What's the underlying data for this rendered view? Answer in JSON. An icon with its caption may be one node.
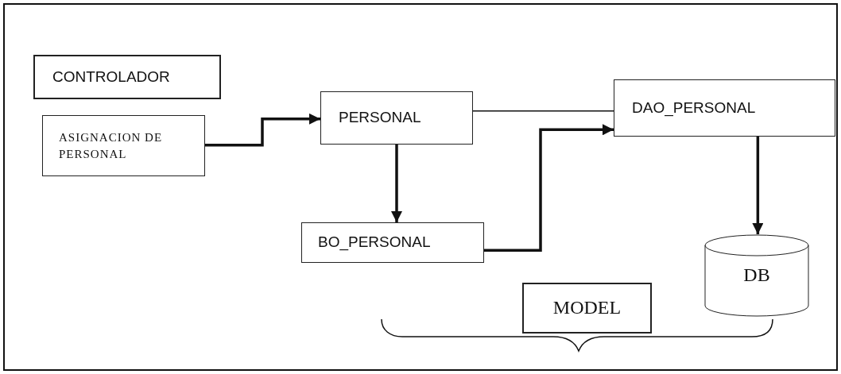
{
  "diagram": {
    "nodes": [
      {
        "text": [
          "CONTROLADOR"
        ]
      },
      {
        "text": [
          "ASIGNACION DE PERSONAL"
        ]
      },
      {
        "text": [
          "PERSONAL"
        ]
      },
      {
        "text": [
          "DAO_PERSONAL"
        ]
      },
      {
        "text": [
          "BO_PERSONAL"
        ]
      },
      {
        "text": [
          "DB"
        ]
      },
      {
        "text": [
          "MODEL"
        ]
      }
    ],
    "edges": [
      {
        "from": 1,
        "to": 2,
        "arrow": "to"
      },
      {
        "from": 2,
        "to": 3,
        "arrow": "none"
      },
      {
        "from": 2,
        "to": 4,
        "arrow": "to"
      },
      {
        "from": 4,
        "to": 3,
        "arrow": "to"
      },
      {
        "from": 3,
        "to": 5,
        "arrow": "to"
      }
    ]
  }
}
